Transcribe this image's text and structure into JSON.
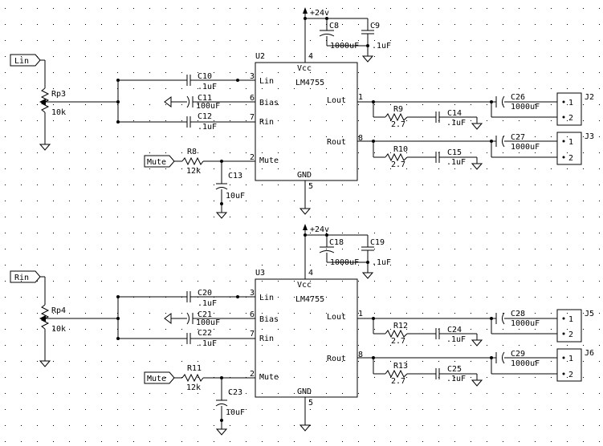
{
  "power_label": "+24v",
  "chips": [
    {
      "ref": "U2",
      "part": "LM4755",
      "vcc": "Vcc",
      "gnd": "GND",
      "pins": {
        "lin": "Lin",
        "bias": "Bias",
        "rin": "Rin",
        "mute": "Mute",
        "lout": "Lout",
        "rout": "Rout"
      },
      "pin_nums": {
        "vcc": "4",
        "lin": "3",
        "bias": "6",
        "rin": "7",
        "mute": "2",
        "gnd": "5",
        "lout": "1",
        "rout": "8"
      },
      "input_port": "Lin",
      "mute_port": "Mute",
      "pot": {
        "ref": "Rp3",
        "value": "10k"
      },
      "cin_lin": {
        "ref": "C10",
        "value": ".1uF"
      },
      "c_bias": {
        "ref": "C11",
        "value": "100uF"
      },
      "cin_rin": {
        "ref": "C12",
        "value": ".1uF"
      },
      "r_mute": {
        "ref": "R8",
        "value": "12k"
      },
      "c_mute": {
        "ref": "C13",
        "value": "10uF"
      },
      "c_vcc_big": {
        "ref": "C8",
        "value": "1000uF"
      },
      "c_vcc_small": {
        "ref": "C9",
        "value": ".1uF"
      },
      "r_zobel_l": {
        "ref": "R9",
        "value": "2.7"
      },
      "c_zobel_l": {
        "ref": "C14",
        "value": ".1uF"
      },
      "r_zobel_r": {
        "ref": "R10",
        "value": "2.7"
      },
      "c_zobel_r": {
        "ref": "C15",
        "value": ".1uF"
      },
      "c_out_l": {
        "ref": "C26",
        "value": "1000uF"
      },
      "c_out_r": {
        "ref": "C27",
        "value": "1000uF"
      },
      "j_l": {
        "ref": "J2",
        "p1": "1",
        "p2": "2"
      },
      "j_r": {
        "ref": "J3",
        "p1": "1",
        "p2": "2"
      }
    },
    {
      "ref": "U3",
      "part": "LM4755",
      "vcc": "Vcc",
      "gnd": "GND",
      "pins": {
        "lin": "Lin",
        "bias": "Bias",
        "rin": "Rin",
        "mute": "Mute",
        "lout": "Lout",
        "rout": "Rout"
      },
      "pin_nums": {
        "vcc": "4",
        "lin": "3",
        "bias": "6",
        "rin": "7",
        "mute": "2",
        "gnd": "5",
        "lout": "1",
        "rout": "8"
      },
      "input_port": "Rin",
      "mute_port": "Mute",
      "pot": {
        "ref": "Rp4",
        "value": "10k"
      },
      "cin_lin": {
        "ref": "C20",
        "value": ".1uF"
      },
      "c_bias": {
        "ref": "C21",
        "value": "100uF"
      },
      "cin_rin": {
        "ref": "C22",
        "value": ".1uF"
      },
      "r_mute": {
        "ref": "R11",
        "value": "12k"
      },
      "c_mute": {
        "ref": "C23",
        "value": "10uF"
      },
      "c_vcc_big": {
        "ref": "C18",
        "value": "1000uF"
      },
      "c_vcc_small": {
        "ref": "C19",
        "value": ".1uF"
      },
      "r_zobel_l": {
        "ref": "R12",
        "value": "2.7"
      },
      "c_zobel_l": {
        "ref": "C24",
        "value": ".1uF"
      },
      "r_zobel_r": {
        "ref": "R13",
        "value": "2.7"
      },
      "c_zobel_r": {
        "ref": "C25",
        "value": ".1uF"
      },
      "c_out_l": {
        "ref": "C28",
        "value": "1000uF"
      },
      "c_out_r": {
        "ref": "C29",
        "value": "1000uF"
      },
      "j_l": {
        "ref": "J5",
        "p1": "1",
        "p2": "2"
      },
      "j_r": {
        "ref": "J6",
        "p1": "1",
        "p2": "2"
      }
    }
  ]
}
